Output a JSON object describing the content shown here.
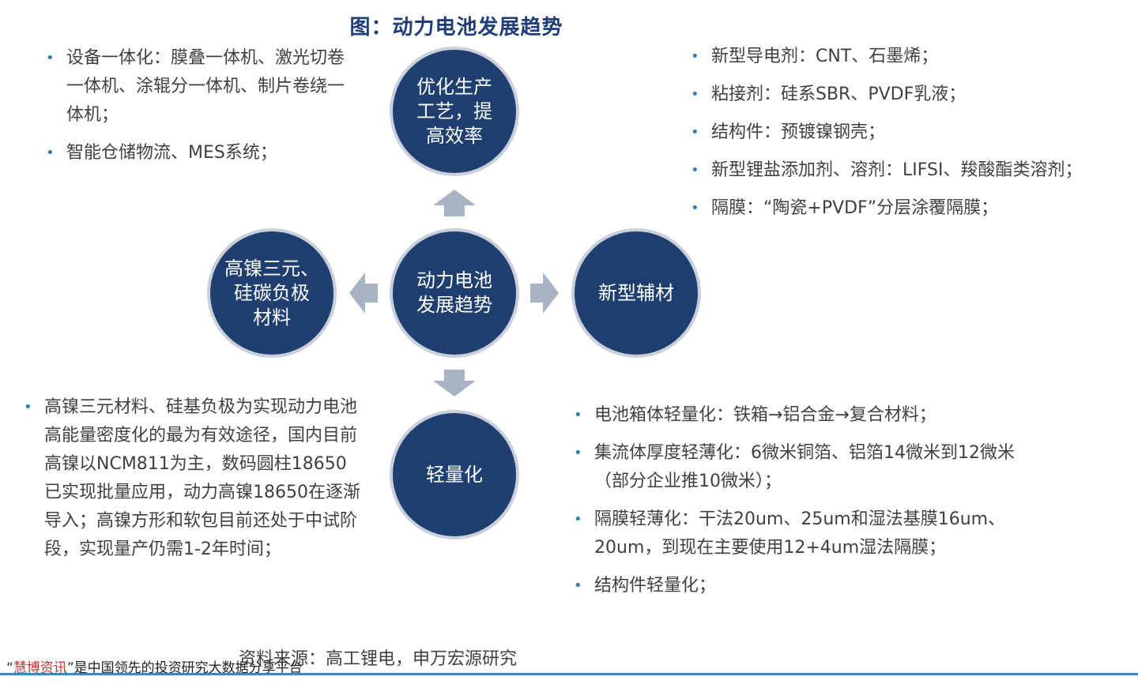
{
  "title": "图：动力电池发展趋势",
  "center": {
    "label": "动力电池\n发展趋势"
  },
  "top": {
    "label": "优化生产\n工艺，提\n高效率",
    "bullets": [
      "设备一体化：膜叠一体机、激光切卷一体机、涂辊分一体机、制片卷绕一体机；",
      "智能仓储物流、MES系统；"
    ]
  },
  "left": {
    "label": "高镍三元、\n硅碳负极\n材料",
    "bullets": [
      "高镍三元材料、硅基负极为实现动力电池高能量密度化的最为有效途径，国内目前高镍以NCM811为主，数码圆柱18650已实现批量应用，动力高镍18650在逐渐导入；高镍方形和软包目前还处于中试阶段，实现量产仍需1-2年时间；"
    ]
  },
  "right": {
    "label": "新型辅材",
    "bullets": [
      "新型导电剂：CNT、石墨烯；",
      "粘接剂：硅系SBR、PVDF乳液；",
      "结构件：预镀镍钢壳；",
      "新型锂盐添加剂、溶剂：LIFSI、羧酸酯类溶剂；",
      "隔膜：“陶瓷+PVDF”分层涂覆隔膜；"
    ]
  },
  "bottom": {
    "label": "轻量化",
    "bullets": [
      "电池箱体轻量化：铁箱→铝合金→复合材料；",
      "集流体厚度轻薄化：6微米铜箔、铝箔14微米到12微米（部分企业推10微米）；",
      "隔膜轻薄化：干法20um、25um和湿法基膜16um、20um，到现在主要使用12+4um湿法隔膜；",
      "结构件轻量化；"
    ]
  },
  "source": "资料来源：高工锂电，申万宏源研究",
  "footer": {
    "open_quote": "“",
    "brand": "慧博资讯",
    "rest": "”是中国领先的投资研究大数据分享平台"
  },
  "colors": {
    "circle_fill": "#1f3f70",
    "circle_ring": "#c9cfdb",
    "arrow": "#a9b3c6",
    "bullet": "#2e7fb8",
    "title": "#1f3e78",
    "footer_line": "#3a88c5",
    "brand": "#d0312d"
  }
}
